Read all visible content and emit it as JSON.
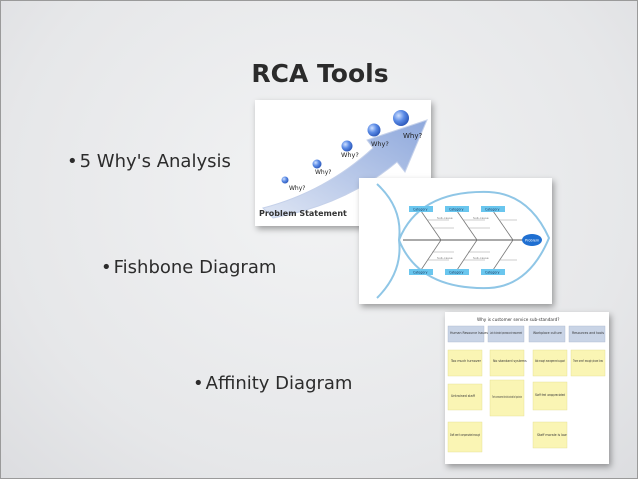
{
  "slide": {
    "title": "RCA Tools",
    "bullets": [
      {
        "marker": "•",
        "text": "5 Why's Analysis"
      },
      {
        "marker": "•",
        "text": "Fishbone Diagram"
      },
      {
        "marker": "•",
        "text": "Affinity Diagram"
      }
    ]
  },
  "five_whys": {
    "why_labels": [
      "Why?",
      "Why?",
      "Why?",
      "Why?",
      "Why?"
    ],
    "caption": "Problem Statement"
  },
  "fishbone": {
    "head_label": "Problem",
    "top_categories": [
      "Category",
      "Category",
      "Category"
    ],
    "bottom_categories": [
      "Category",
      "Category",
      "Category"
    ],
    "cause_label": "Sub-cause"
  },
  "affinity": {
    "title": "Why is customer service sub-standard?",
    "headers": [
      "Human Resource Issues",
      "Lack of standard processes and measurement",
      "Workplace culture",
      "Resources and tools"
    ],
    "notes": [
      [
        "Too much turnover",
        "Untrained staff",
        "Staff aren't compensated enough"
      ],
      [
        "No standard systems",
        "There's no measurement for what is and what isn't good service"
      ],
      [
        "Not enough management support",
        "Staff feel unappreciated",
        "Staff morale is low"
      ],
      [
        "There aren't enough phone lines"
      ]
    ]
  },
  "colors": {
    "title_text": "#2b2b2b",
    "arrow_fill": "#aebfe2",
    "sphere": "#4f7fe0",
    "fish_outline": "#8fc6e6",
    "fish_head": "#1f6fd1",
    "category_box": "#6ac6ee",
    "sticky_note": "#faf5b4",
    "header_note": "#c9d4e6"
  }
}
